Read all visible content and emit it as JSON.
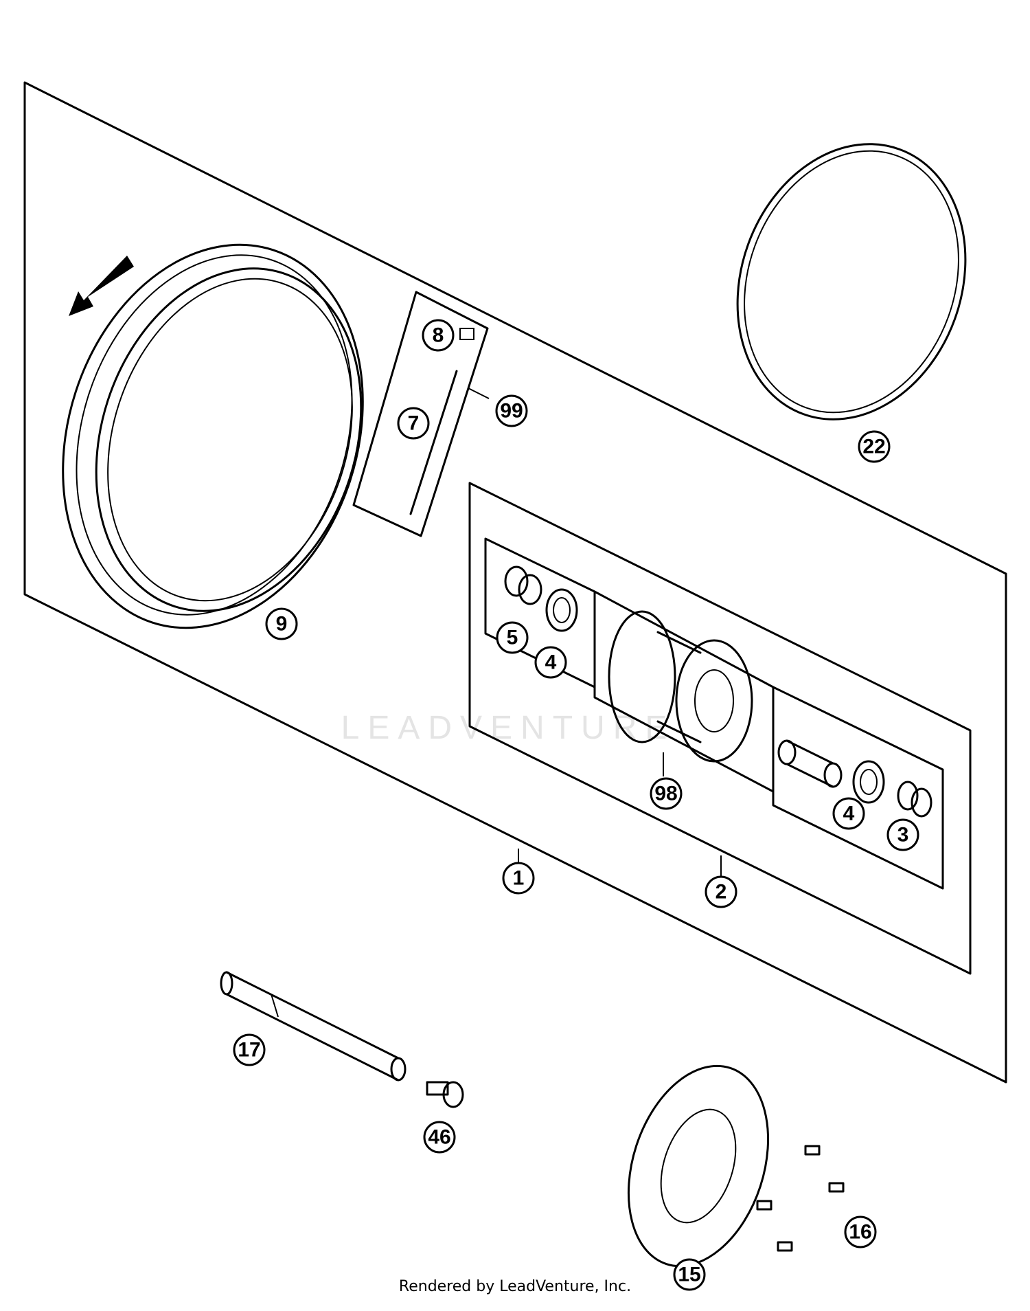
{
  "diagram": {
    "watermark": "LEADVENTURE",
    "footer": "Rendered by LeadVenture, Inc.",
    "callouts": [
      {
        "id": "c1",
        "label": "1"
      },
      {
        "id": "c2",
        "label": "2"
      },
      {
        "id": "c3",
        "label": "3"
      },
      {
        "id": "c4a",
        "label": "4"
      },
      {
        "id": "c4b",
        "label": "4"
      },
      {
        "id": "c5",
        "label": "5"
      },
      {
        "id": "c7",
        "label": "7"
      },
      {
        "id": "c8",
        "label": "8"
      },
      {
        "id": "c9",
        "label": "9"
      },
      {
        "id": "c15",
        "label": "15"
      },
      {
        "id": "c16",
        "label": "16"
      },
      {
        "id": "c17",
        "label": "17"
      },
      {
        "id": "c22",
        "label": "22"
      },
      {
        "id": "c46",
        "label": "46"
      },
      {
        "id": "c98",
        "label": "98"
      },
      {
        "id": "c99",
        "label": "99"
      }
    ]
  }
}
